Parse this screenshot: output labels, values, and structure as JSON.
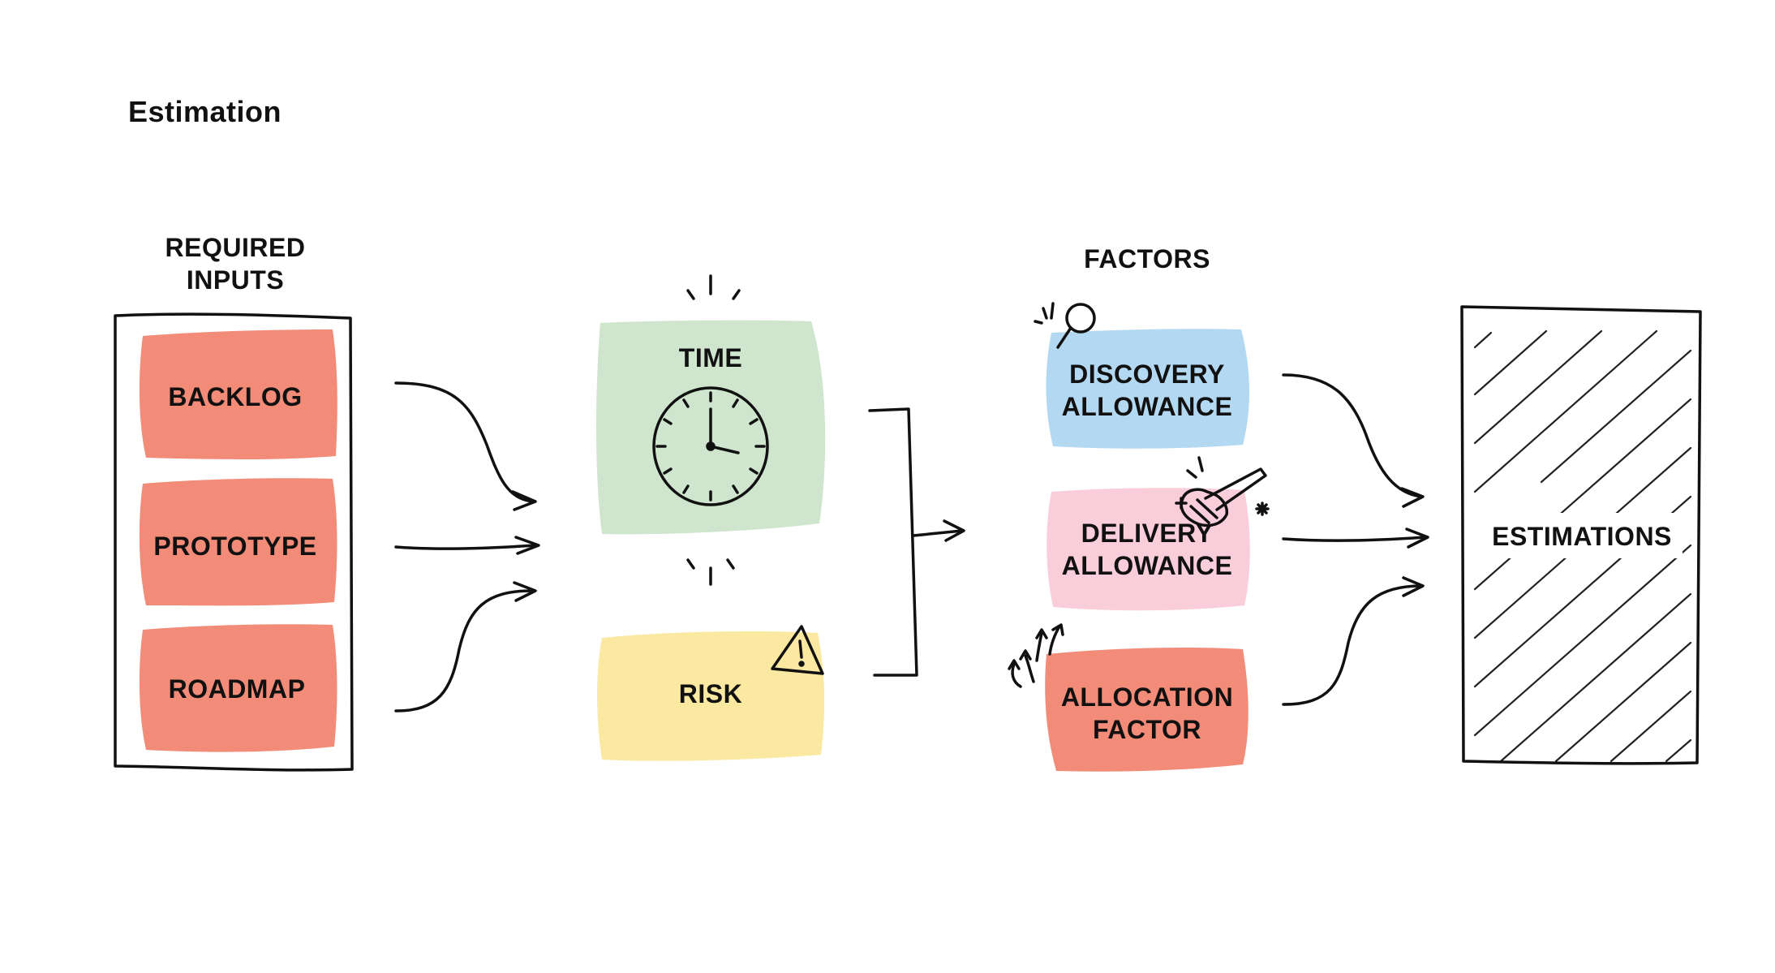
{
  "title": "Estimation",
  "inputs": {
    "heading_line1": "REQUIRED",
    "heading_line2": "INPUTS",
    "items": [
      {
        "label": "BACKLOG",
        "color": "#F28C79"
      },
      {
        "label": "PROTOTYPE",
        "color": "#F28C79"
      },
      {
        "label": "ROADMAP",
        "color": "#F28C79"
      }
    ]
  },
  "middle": {
    "time": {
      "label": "TIME",
      "color": "#CFE5CD",
      "icon": "clock-icon"
    },
    "risk": {
      "label": "RISK",
      "color": "#FBE8A1",
      "icon": "warning-icon"
    }
  },
  "factors": {
    "heading": "FACTORS",
    "items": [
      {
        "line1": "DISCOVERY",
        "line2": "ALLOWANCE",
        "color": "#B3D8F1",
        "icon": "magnifier-icon"
      },
      {
        "line1": "DELIVERY",
        "line2": "ALLOWANCE",
        "color": "#F9CDD9",
        "icon": "broom-icon"
      },
      {
        "line1": "ALLOCATION",
        "line2": "FACTOR",
        "color": "#F28C79",
        "icon": "arrows-up-icon"
      }
    ]
  },
  "output": {
    "label": "ESTIMATIONS"
  }
}
